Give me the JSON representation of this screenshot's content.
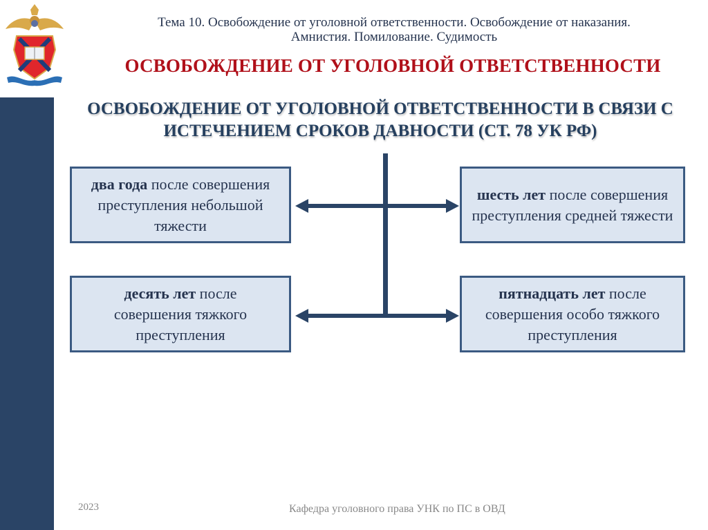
{
  "header": {
    "topic_line1": "Тема 10. Освобождение от уголовной ответственности. Освобождение от наказания.",
    "topic_line2": "Амнистия. Помилование. Судимость",
    "main_title": "ОСВОБОЖДЕНИЕ ОТ УГОЛОВНОЙ ОТВЕТСТВЕННОСТИ",
    "sub_title_line1": "ОСВОБОЖДЕНИЕ ОТ УГОЛОВНОЙ ОТВЕТСТВЕННОСТИ В СВЯЗИ С",
    "sub_title_line2": "ИСТЕЧЕНИЕМ СРОКОВ ДАВНОСТИ (СТ. 78 УК РФ)"
  },
  "logo": {
    "icon": "emblem-icon"
  },
  "diagram": {
    "boxes": [
      {
        "bold": "два года",
        "rest": " после совершения преступления небольшой тяжести"
      },
      {
        "bold": "шесть лет",
        "rest": " после совершения преступления средней тяжести"
      },
      {
        "bold": "десять лет",
        "rest": " после совершения тяжкого преступления"
      },
      {
        "bold": "пятнадцать лет",
        "rest": " после совершения особо тяжкого преступления"
      }
    ],
    "colors": {
      "line": "#2a4466",
      "box_fill": "#dce5f1",
      "box_border": "#3b5a82"
    }
  },
  "footer": {
    "year": "2023",
    "department": "Кафедра уголовного права УНК по ПС в ОВД"
  },
  "colors": {
    "sidebar": "#2a4466",
    "title_red": "#b0101a",
    "text_dark": "#26344f"
  }
}
